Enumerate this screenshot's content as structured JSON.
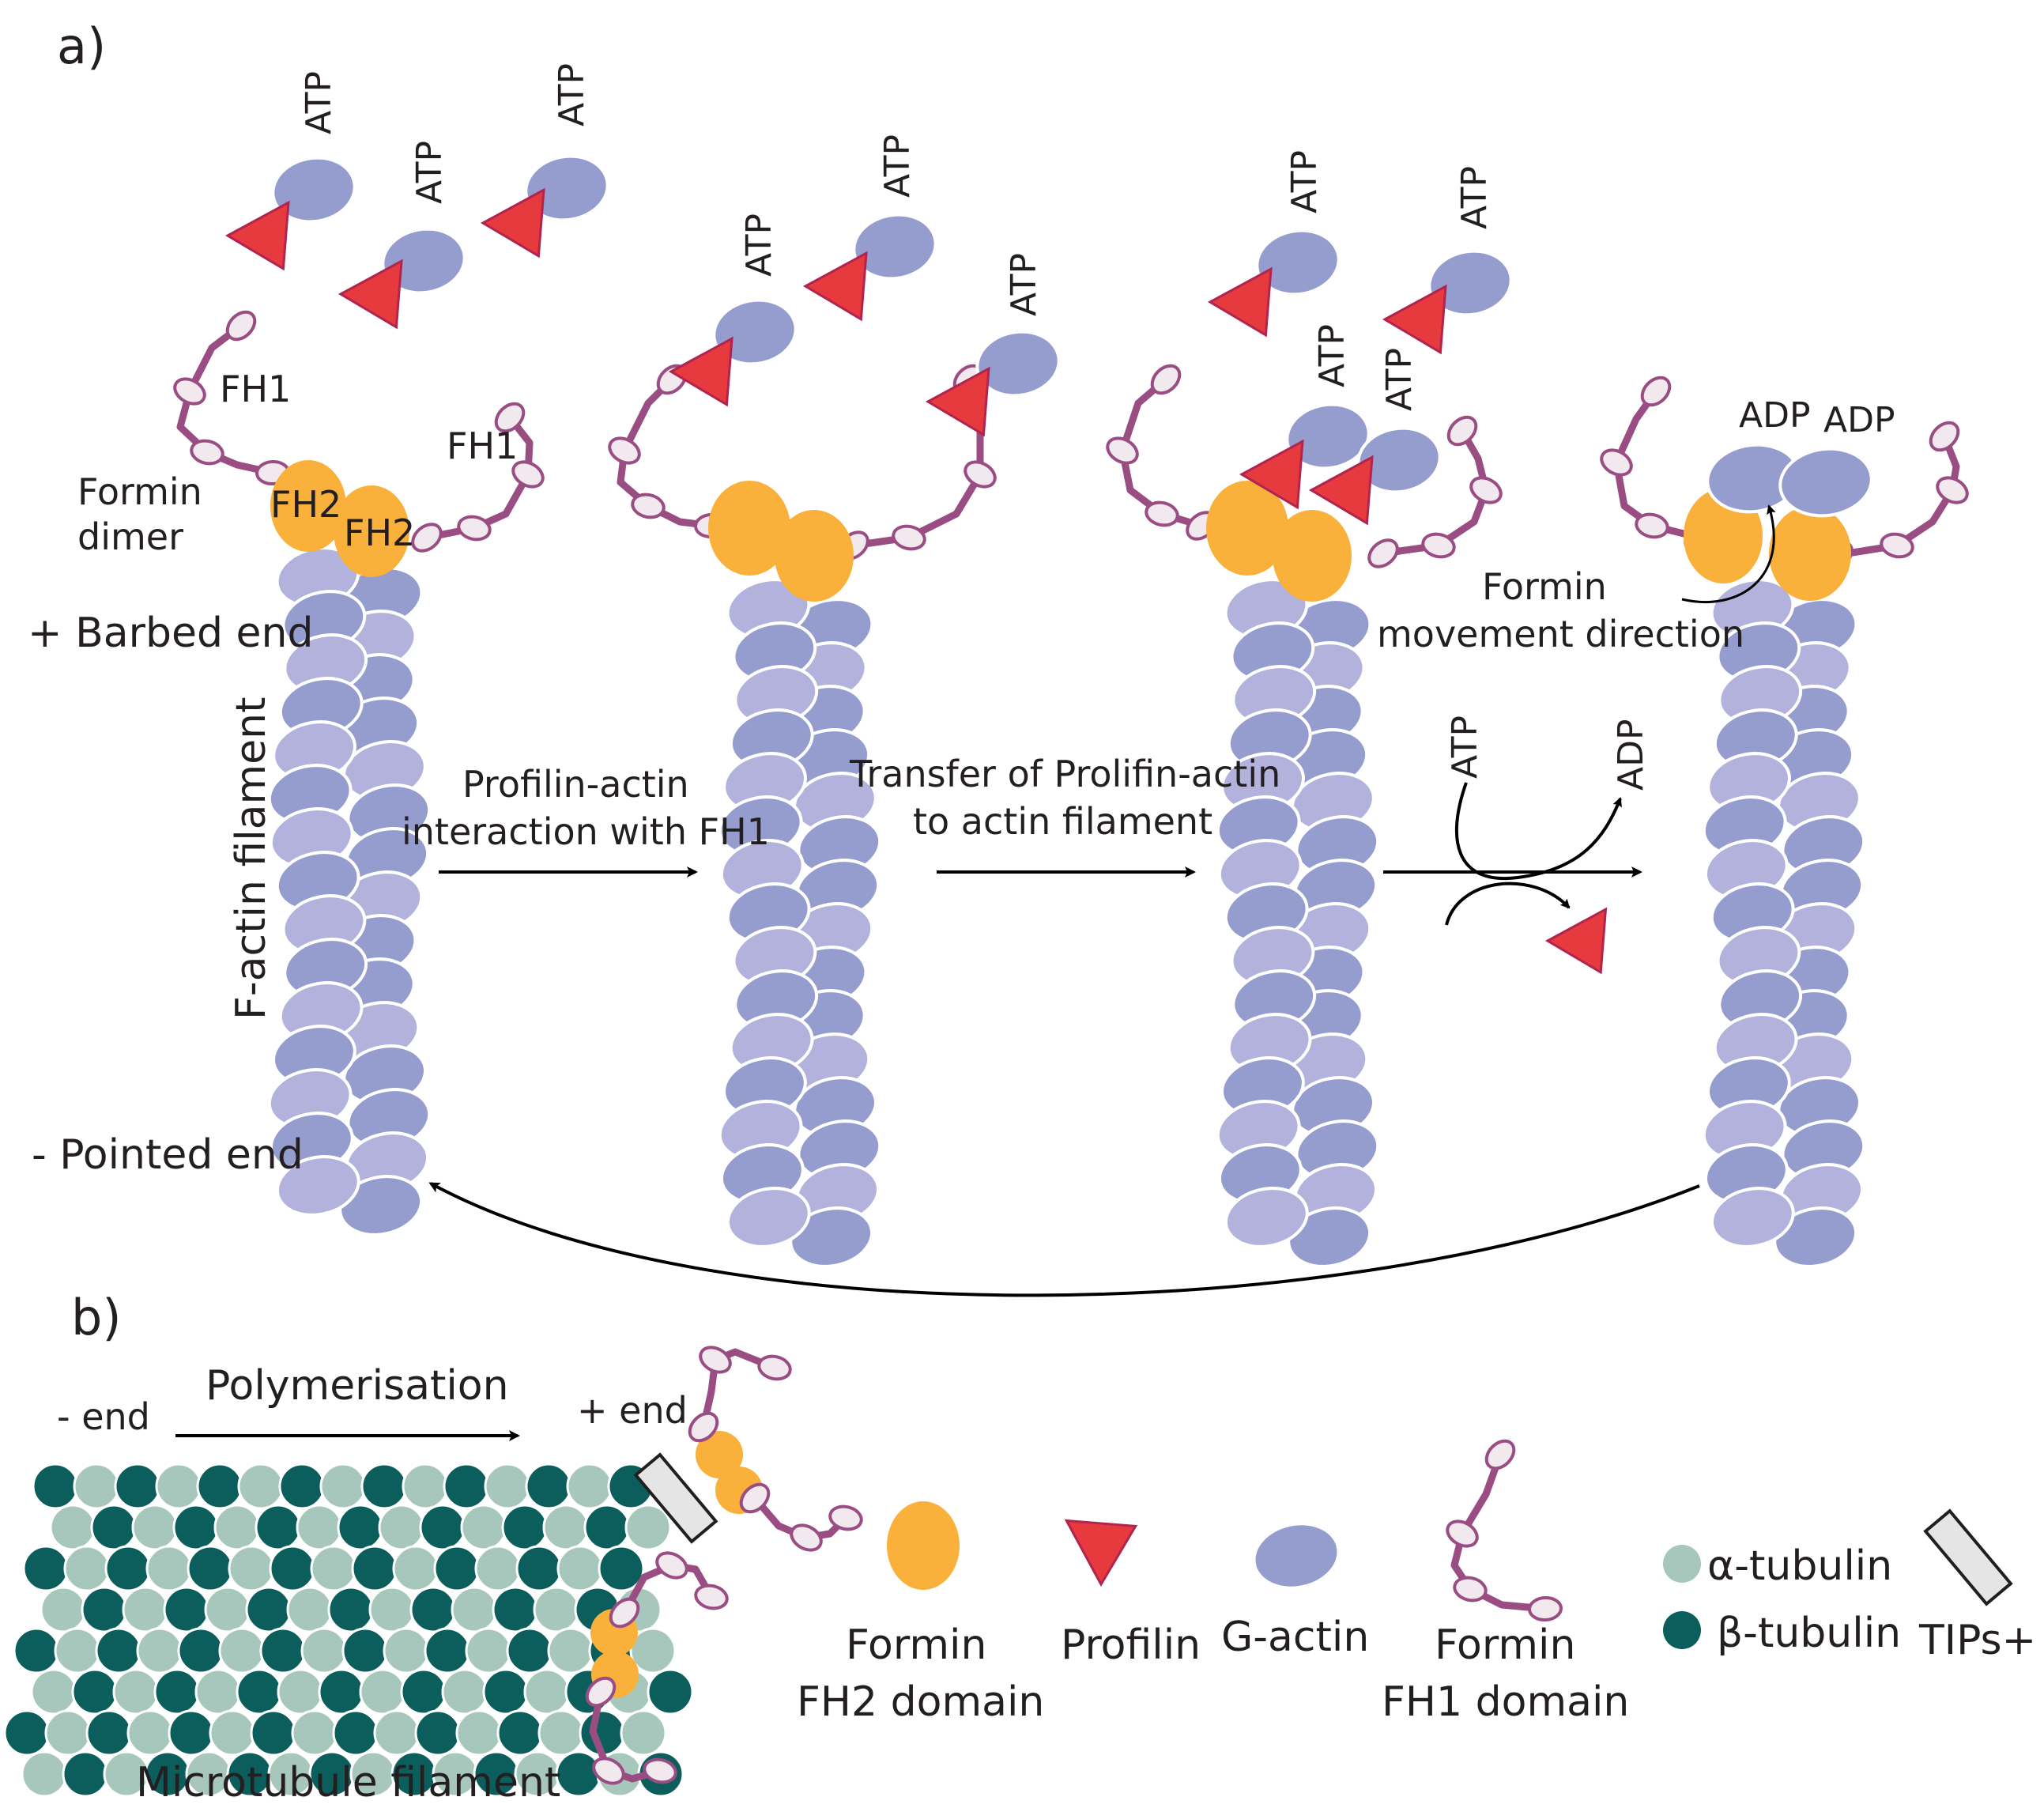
{
  "panel_a": {
    "label": "a)",
    "atp": "ATP",
    "adp": "ADP",
    "fh1": "FH1",
    "fh2": "FH2",
    "formin_dimer_line1": "Formin",
    "formin_dimer_line2": "dimer",
    "barbed_end": "+ Barbed end",
    "pointed_end": "- Pointed end",
    "f_actin_filament": "F-actin filament",
    "step1_line1": "Profilin-actin",
    "step1_line2": "interaction with FH1",
    "step2_line1": "Transfer of Prolifin-actin",
    "step2_line2": "to actin filament",
    "movement_line1": "Formin",
    "movement_line2": "movement direction"
  },
  "panel_b": {
    "label": "b)",
    "minus_end": "- end",
    "plus_end": "+ end",
    "polymerisation": "Polymerisation",
    "microtubule_filament": "Microtubule filament"
  },
  "legend": {
    "fh2_line1": "Formin",
    "fh2_line2": "FH2 domain",
    "profilin": "Profilin",
    "g_actin": "G-actin",
    "fh1_line1": "Formin",
    "fh1_line2": "FH1 domain",
    "alpha_tubulin": "α-tubulin",
    "beta_tubulin": "β-tubulin",
    "tips": "TIPs+"
  },
  "colors": {
    "g_actin": "#959cce",
    "g_actin_light": "#b2b2dc",
    "formin_fh2": "#f9b13b",
    "profilin": "#e63a3f",
    "profilin_edge": "#b0244e",
    "fh1_chain": "#9a4d83",
    "alpha_tubulin": "#a8c7bc",
    "beta_tubulin": "#0b5e5b",
    "tips": "#e5e5e5"
  }
}
